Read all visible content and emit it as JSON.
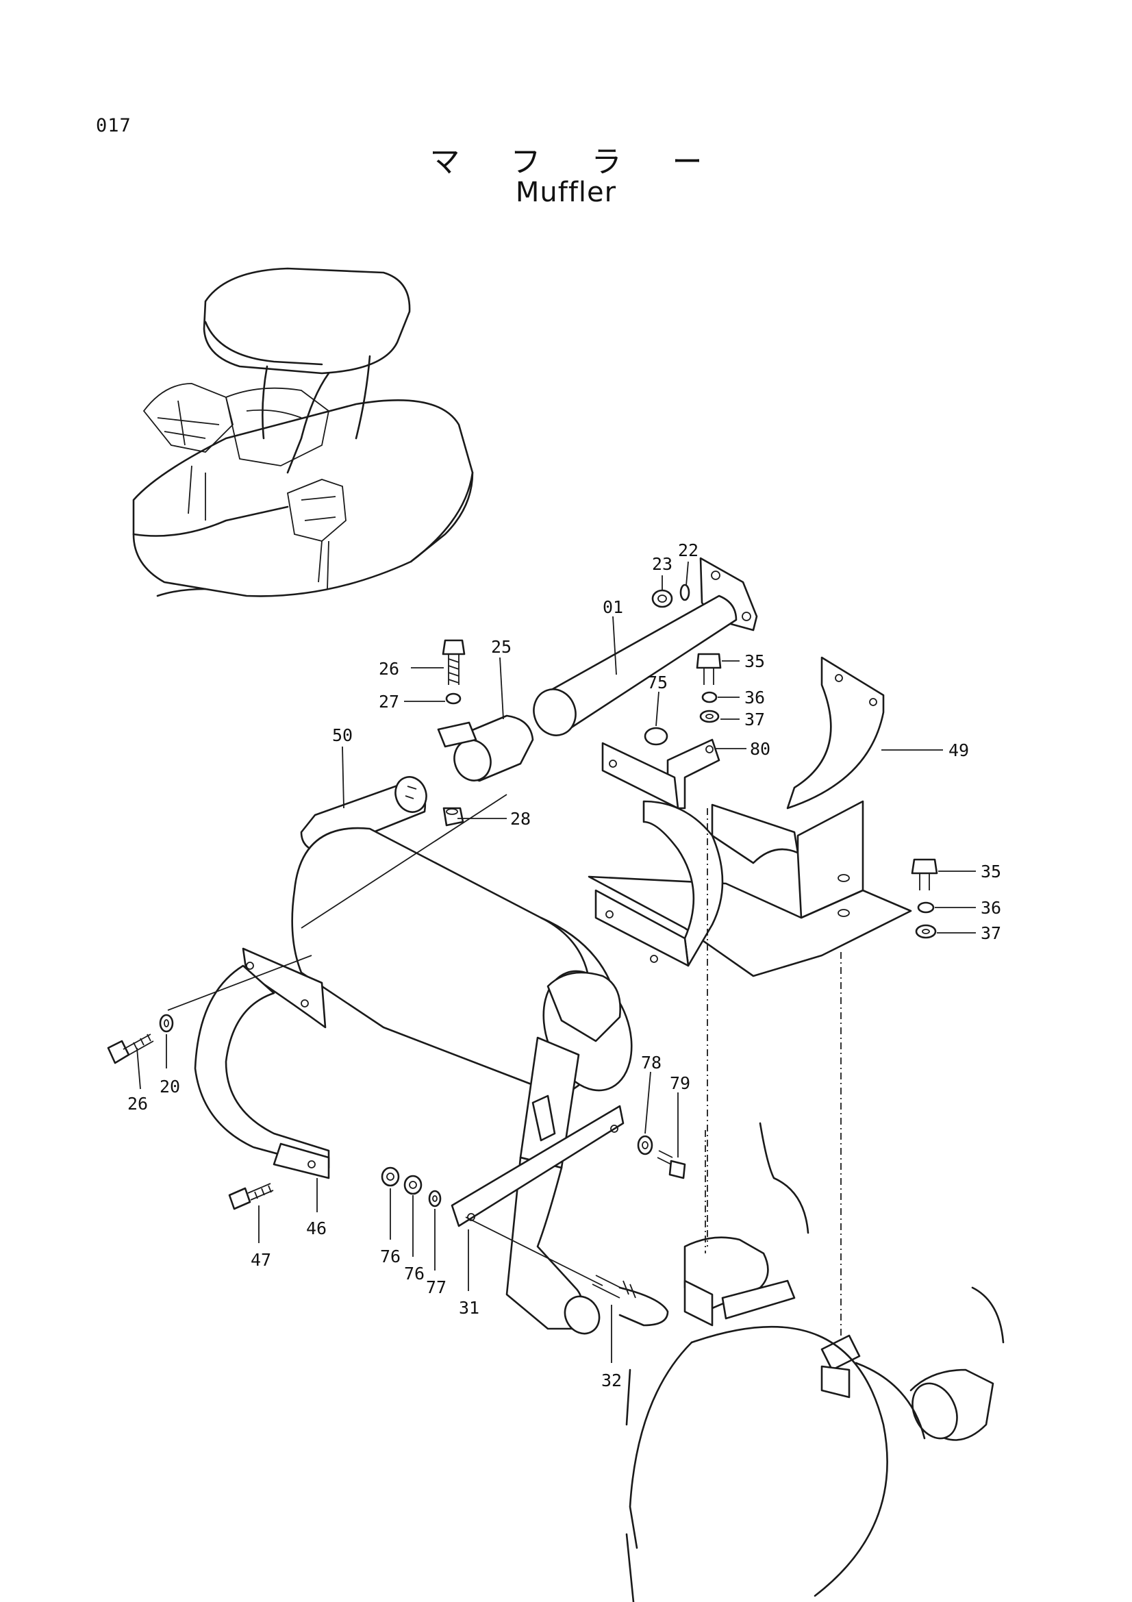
{
  "page": {
    "number": "017",
    "title_jp": "マ フ ラ ー",
    "title_en": "Muffler"
  },
  "callouts": [
    {
      "id": "c01",
      "label": "01"
    },
    {
      "id": "c22",
      "label": "22"
    },
    {
      "id": "c23",
      "label": "23"
    },
    {
      "id": "c25",
      "label": "25"
    },
    {
      "id": "c26a",
      "label": "26"
    },
    {
      "id": "c27",
      "label": "27"
    },
    {
      "id": "c35a",
      "label": "35"
    },
    {
      "id": "c36a",
      "label": "36"
    },
    {
      "id": "c37a",
      "label": "37"
    },
    {
      "id": "c75",
      "label": "75"
    },
    {
      "id": "c80",
      "label": "80"
    },
    {
      "id": "c49",
      "label": "49"
    },
    {
      "id": "c50",
      "label": "50"
    },
    {
      "id": "c28",
      "label": "28"
    },
    {
      "id": "c35b",
      "label": "35"
    },
    {
      "id": "c36b",
      "label": "36"
    },
    {
      "id": "c37b",
      "label": "37"
    },
    {
      "id": "c20",
      "label": "20"
    },
    {
      "id": "c26b",
      "label": "26"
    },
    {
      "id": "c78",
      "label": "78"
    },
    {
      "id": "c79",
      "label": "79"
    },
    {
      "id": "c46",
      "label": "46"
    },
    {
      "id": "c47",
      "label": "47"
    },
    {
      "id": "c76a",
      "label": "76"
    },
    {
      "id": "c76b",
      "label": "76"
    },
    {
      "id": "c77",
      "label": "77"
    },
    {
      "id": "c31",
      "label": "31"
    },
    {
      "id": "c32",
      "label": "32"
    }
  ]
}
